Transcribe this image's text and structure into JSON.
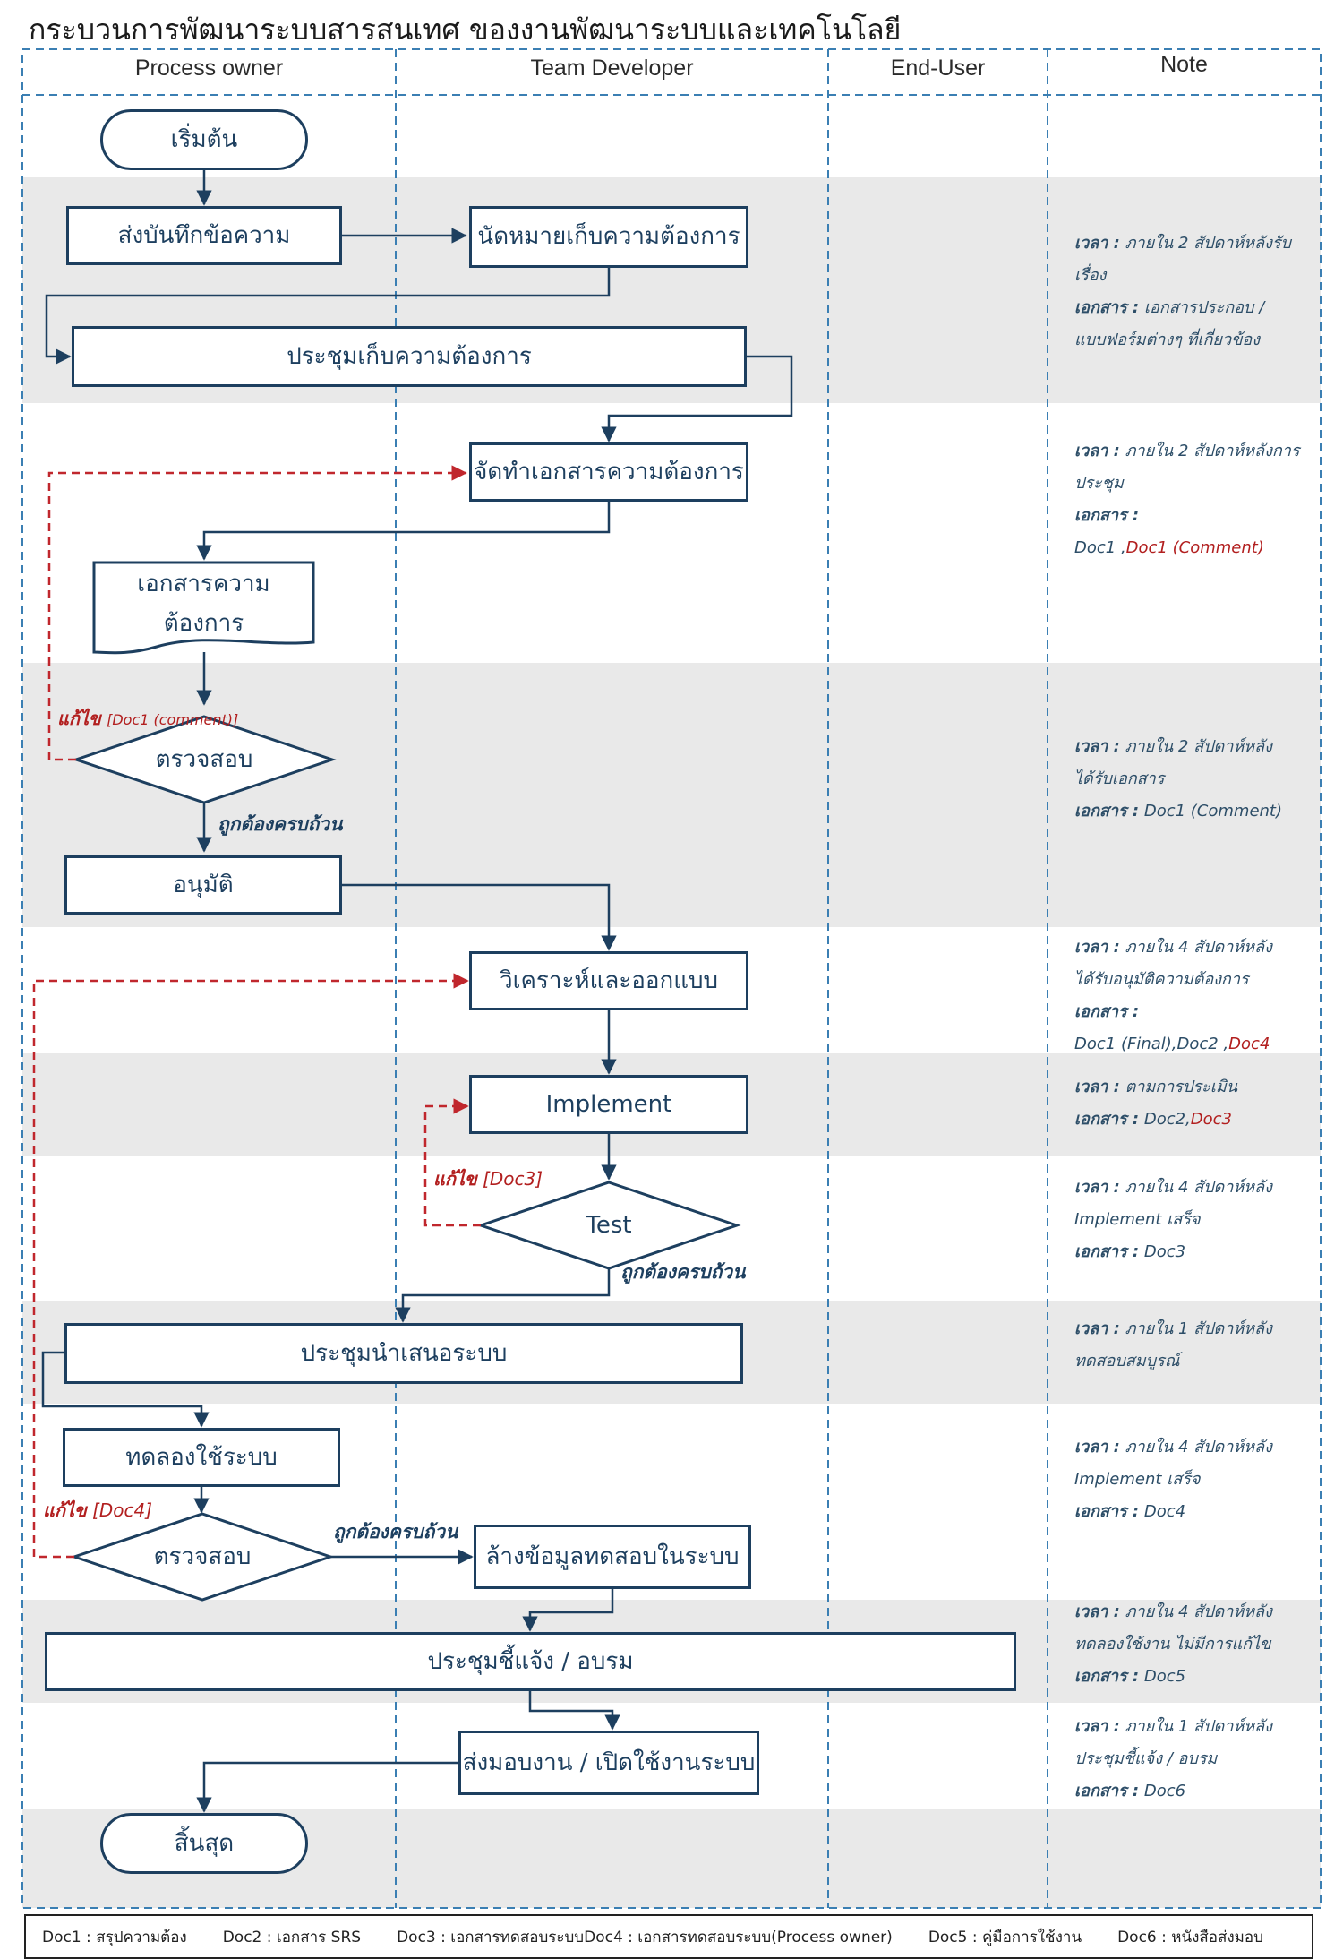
{
  "title": "กระบวนการพัฒนาระบบสารสนเทศ ของงานพัฒนาระบบและเทคโนโลยี",
  "lanes": [
    "Process owner",
    "Team Developer",
    "End-User",
    "Note"
  ],
  "nodes": {
    "start": "เริ่มต้น",
    "send_memo": "ส่งบันทึกข้อความ",
    "appoint": "นัดหมายเก็บความต้องการ",
    "meeting": "ประชุมเก็บความต้องการ",
    "make_doc": "จัดทำเอกสารความต้องการ",
    "req_doc_line1": "เอกสารความ",
    "req_doc_line2": "ต้องการ",
    "check1": "ตรวจสอบ",
    "approve": "อนุมัติ",
    "analyze": "วิเคราะห์และออกแบบ",
    "implement": "Implement",
    "test": "Test",
    "present": "ประชุมนำเสนอระบบ",
    "trial": "ทดลองใช้ระบบ",
    "check2": "ตรวจสอบ",
    "clear_data": "ล้างข้อมูลทดสอบในระบบ",
    "training": "ประชุมชี้แจ้ง / อบรม",
    "deliver": "ส่งมอบงาน / เปิดใช้งานระบบ",
    "end": "สิ้นสุด"
  },
  "labels": {
    "ok": "ถูกต้องครบถ้วน",
    "fix_word": "แก้ไข",
    "fix_doc1": "[Doc1 (comment)]",
    "fix_doc3": "[Doc3]",
    "fix_doc4": "[Doc4]"
  },
  "notes": {
    "time_key": "เวลา :",
    "doc_key": "เอกสาร :",
    "n1_time_a": "ภายใน 2 สัปดาห์หลังรับ",
    "n1_time_b": "เรื่อง",
    "n1_doc_a": "เอกสารประกอบ /",
    "n1_doc_b": "แบบฟอร์มต่างๆ ที่เกี่ยวข้อง",
    "n2_time_a": "ภายใน 2 สัปดาห์หลังการ",
    "n2_time_b": "ประชุม",
    "n2_doc_a": "Doc1 ,",
    "n2_doc_b": "Doc1 (Comment)",
    "n3_time_a": "ภายใน 2 สัปดาห์หลัง",
    "n3_time_b": "ได้รับเอกสาร",
    "n3_doc": "Doc1 (Comment)",
    "n4_time_a": "ภายใน 4 สัปดาห์หลัง",
    "n4_time_b": "ได้รับอนุมัติความต้องการ",
    "n4_doc_a": "Doc1 (Final),Doc2 ,",
    "n4_doc_b": "Doc4",
    "n5_time": "ตามการประเมิน",
    "n5_doc_a": "Doc2,",
    "n5_doc_b": "Doc3",
    "n6_time_a": "ภายใน 4 สัปดาห์หลัง",
    "n6_time_b": "Implement เสร็จ",
    "n6_doc": "Doc3",
    "n7_time_a": "ภายใน 1 สัปดาห์หลัง",
    "n7_time_b": "ทดสอบสมบูรณ์",
    "n8_time_a": "ภายใน 4 สัปดาห์หลัง",
    "n8_time_b": "Implement เสร็จ",
    "n8_doc": "Doc4",
    "n9_time_a": "ภายใน 4 สัปดาห์หลัง",
    "n9_time_b": "ทดลองใช้งาน ไม่มีการแก้ไข",
    "n9_doc": "Doc5",
    "n10_time_a": "ภายใน 1 สัปดาห์หลัง",
    "n10_time_b": "ประชุมชี้แจ้ง / อบรม",
    "n10_doc": "Doc6"
  },
  "legend": [
    "Doc1 : สรุปความต้อง",
    "Doc2 : เอกสาร SRS",
    "Doc3 : เอกสารทดสอบระบบDoc4 : เอกสารทดสอบระบบ(Process owner)",
    "Doc5 : คู่มือการใช้งาน",
    "Doc6 : หนังสือส่งมอบ"
  ],
  "colors": {
    "line": "#1d3f5f",
    "feedback": "#c0272d",
    "band": "#e9e9e9"
  }
}
